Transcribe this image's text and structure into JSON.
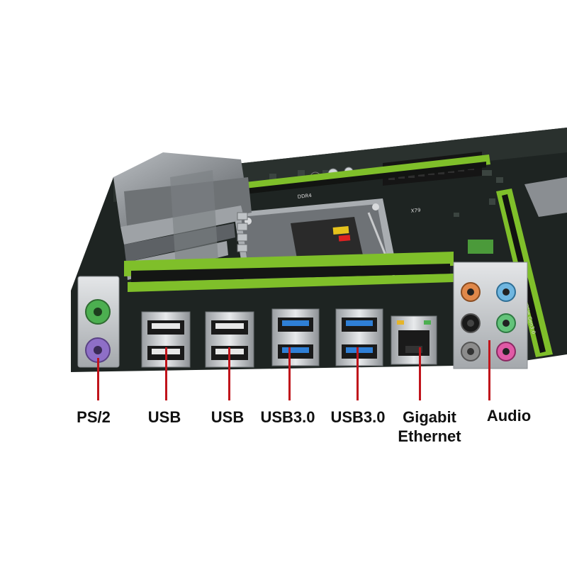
{
  "board_silkscreen": {
    "memory_slot_label": "DDR4",
    "socket_text": "X79",
    "pcie_label": "PCIe Gen3.0"
  },
  "ports": [
    {
      "id": "ps2",
      "label_lines": [
        "PS/2"
      ]
    },
    {
      "id": "usb-1",
      "label_lines": [
        "USB"
      ]
    },
    {
      "id": "usb-2",
      "label_lines": [
        "USB"
      ]
    },
    {
      "id": "usb3-1",
      "label_lines": [
        "USB3.0"
      ]
    },
    {
      "id": "usb3-2",
      "label_lines": [
        "USB3.0"
      ]
    },
    {
      "id": "ethernet",
      "label_lines": [
        "Gigabit",
        "Ethernet"
      ]
    },
    {
      "id": "audio",
      "label_lines": [
        "Audio"
      ]
    }
  ],
  "colors": {
    "callout_line": "#c0141b",
    "pcb": "#1e2422",
    "slot_green": "#7fbf2a",
    "heatsink": "#8a8e92",
    "usb3_blue": "#2f7fd6",
    "ps2_green": "#4caf50",
    "ps2_purple": "#8e6fc7",
    "audio_orange": "#e0884a",
    "audio_lightblue": "#6fb6e0",
    "audio_green": "#63c37a",
    "audio_pink": "#e05aa6",
    "audio_black": "#1a1a1a",
    "audio_gray": "#8c8c8c"
  }
}
